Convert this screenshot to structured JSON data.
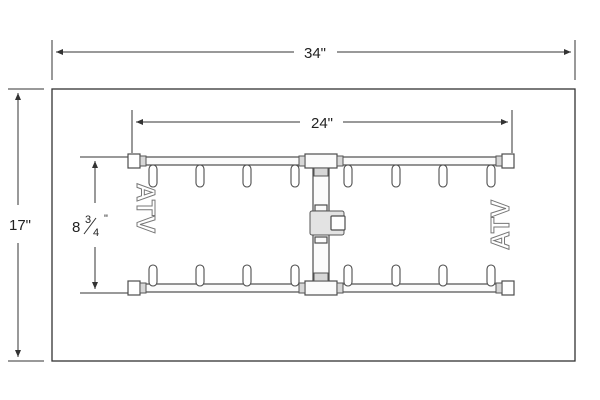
{
  "dimensions": {
    "overall_width": "34\"",
    "overall_height": "17\"",
    "burner_width": "24\"",
    "burner_spacing_whole": "8",
    "burner_spacing_fraction_num": "3",
    "burner_spacing_fraction_den": "4",
    "burner_spacing_unit": "\""
  },
  "logo": {
    "text": "ATV"
  },
  "burner": {
    "jets_per_branch": 4,
    "branches": 4
  }
}
